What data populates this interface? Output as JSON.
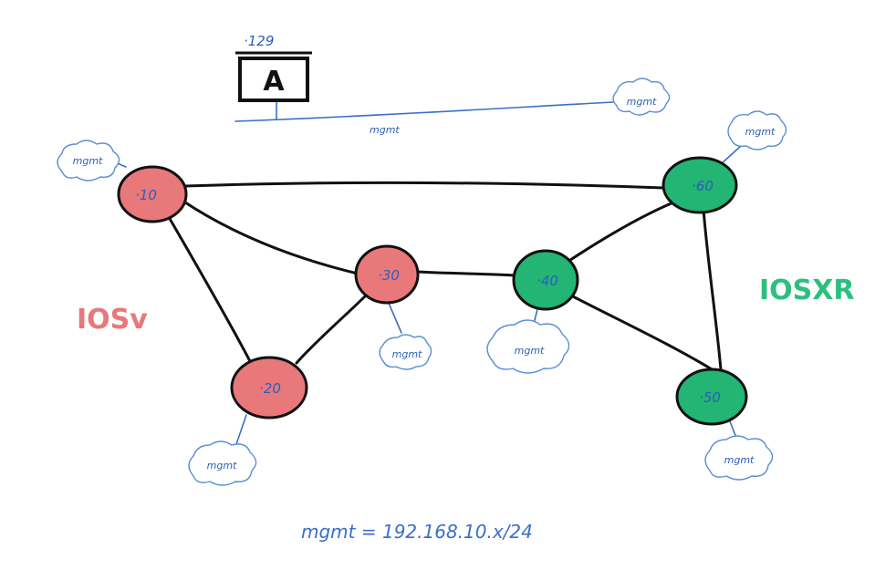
{
  "host": {
    "label": "A",
    "address": "·129"
  },
  "mgmt_segment": {
    "label": "mgmt"
  },
  "colors": {
    "iosv": "#e8787a",
    "iosxr": "#22b573",
    "ink": "#3a6fc7",
    "link": "#111111"
  },
  "groups": [
    {
      "label": "IOSv",
      "color": "#e8787a"
    },
    {
      "label": "IOSXR",
      "color": "#2bc07e"
    }
  ],
  "nodes": [
    {
      "label": "·10",
      "group": "IOSv"
    },
    {
      "label": "·20",
      "group": "IOSv"
    },
    {
      "label": "·30",
      "group": "IOSv"
    },
    {
      "label": "·40",
      "group": "IOSXR"
    },
    {
      "label": "·50",
      "group": "IOSXR"
    },
    {
      "label": "·60",
      "group": "IOSXR"
    }
  ],
  "links": [
    [
      "·10",
      "·60"
    ],
    [
      "·10",
      "·30"
    ],
    [
      "·10",
      "·20"
    ],
    [
      "·20",
      "·30"
    ],
    [
      "·30",
      "·40"
    ],
    [
      "·40",
      "·60"
    ],
    [
      "·40",
      "·50"
    ],
    [
      "·60",
      "·50"
    ]
  ],
  "clouds": [
    {
      "label": "mgmt",
      "attached_to": "host-segment"
    },
    {
      "label": "mgmt",
      "attached_to": "·10"
    },
    {
      "label": "mgmt",
      "attached_to": "·20"
    },
    {
      "label": "mgmt",
      "attached_to": "·30"
    },
    {
      "label": "mgmt",
      "attached_to": "·40"
    },
    {
      "label": "mgmt",
      "attached_to": "·50"
    },
    {
      "label": "mgmt",
      "attached_to": "·60"
    }
  ],
  "footer": {
    "text": "mgmt = 192.168.10.x/24"
  }
}
